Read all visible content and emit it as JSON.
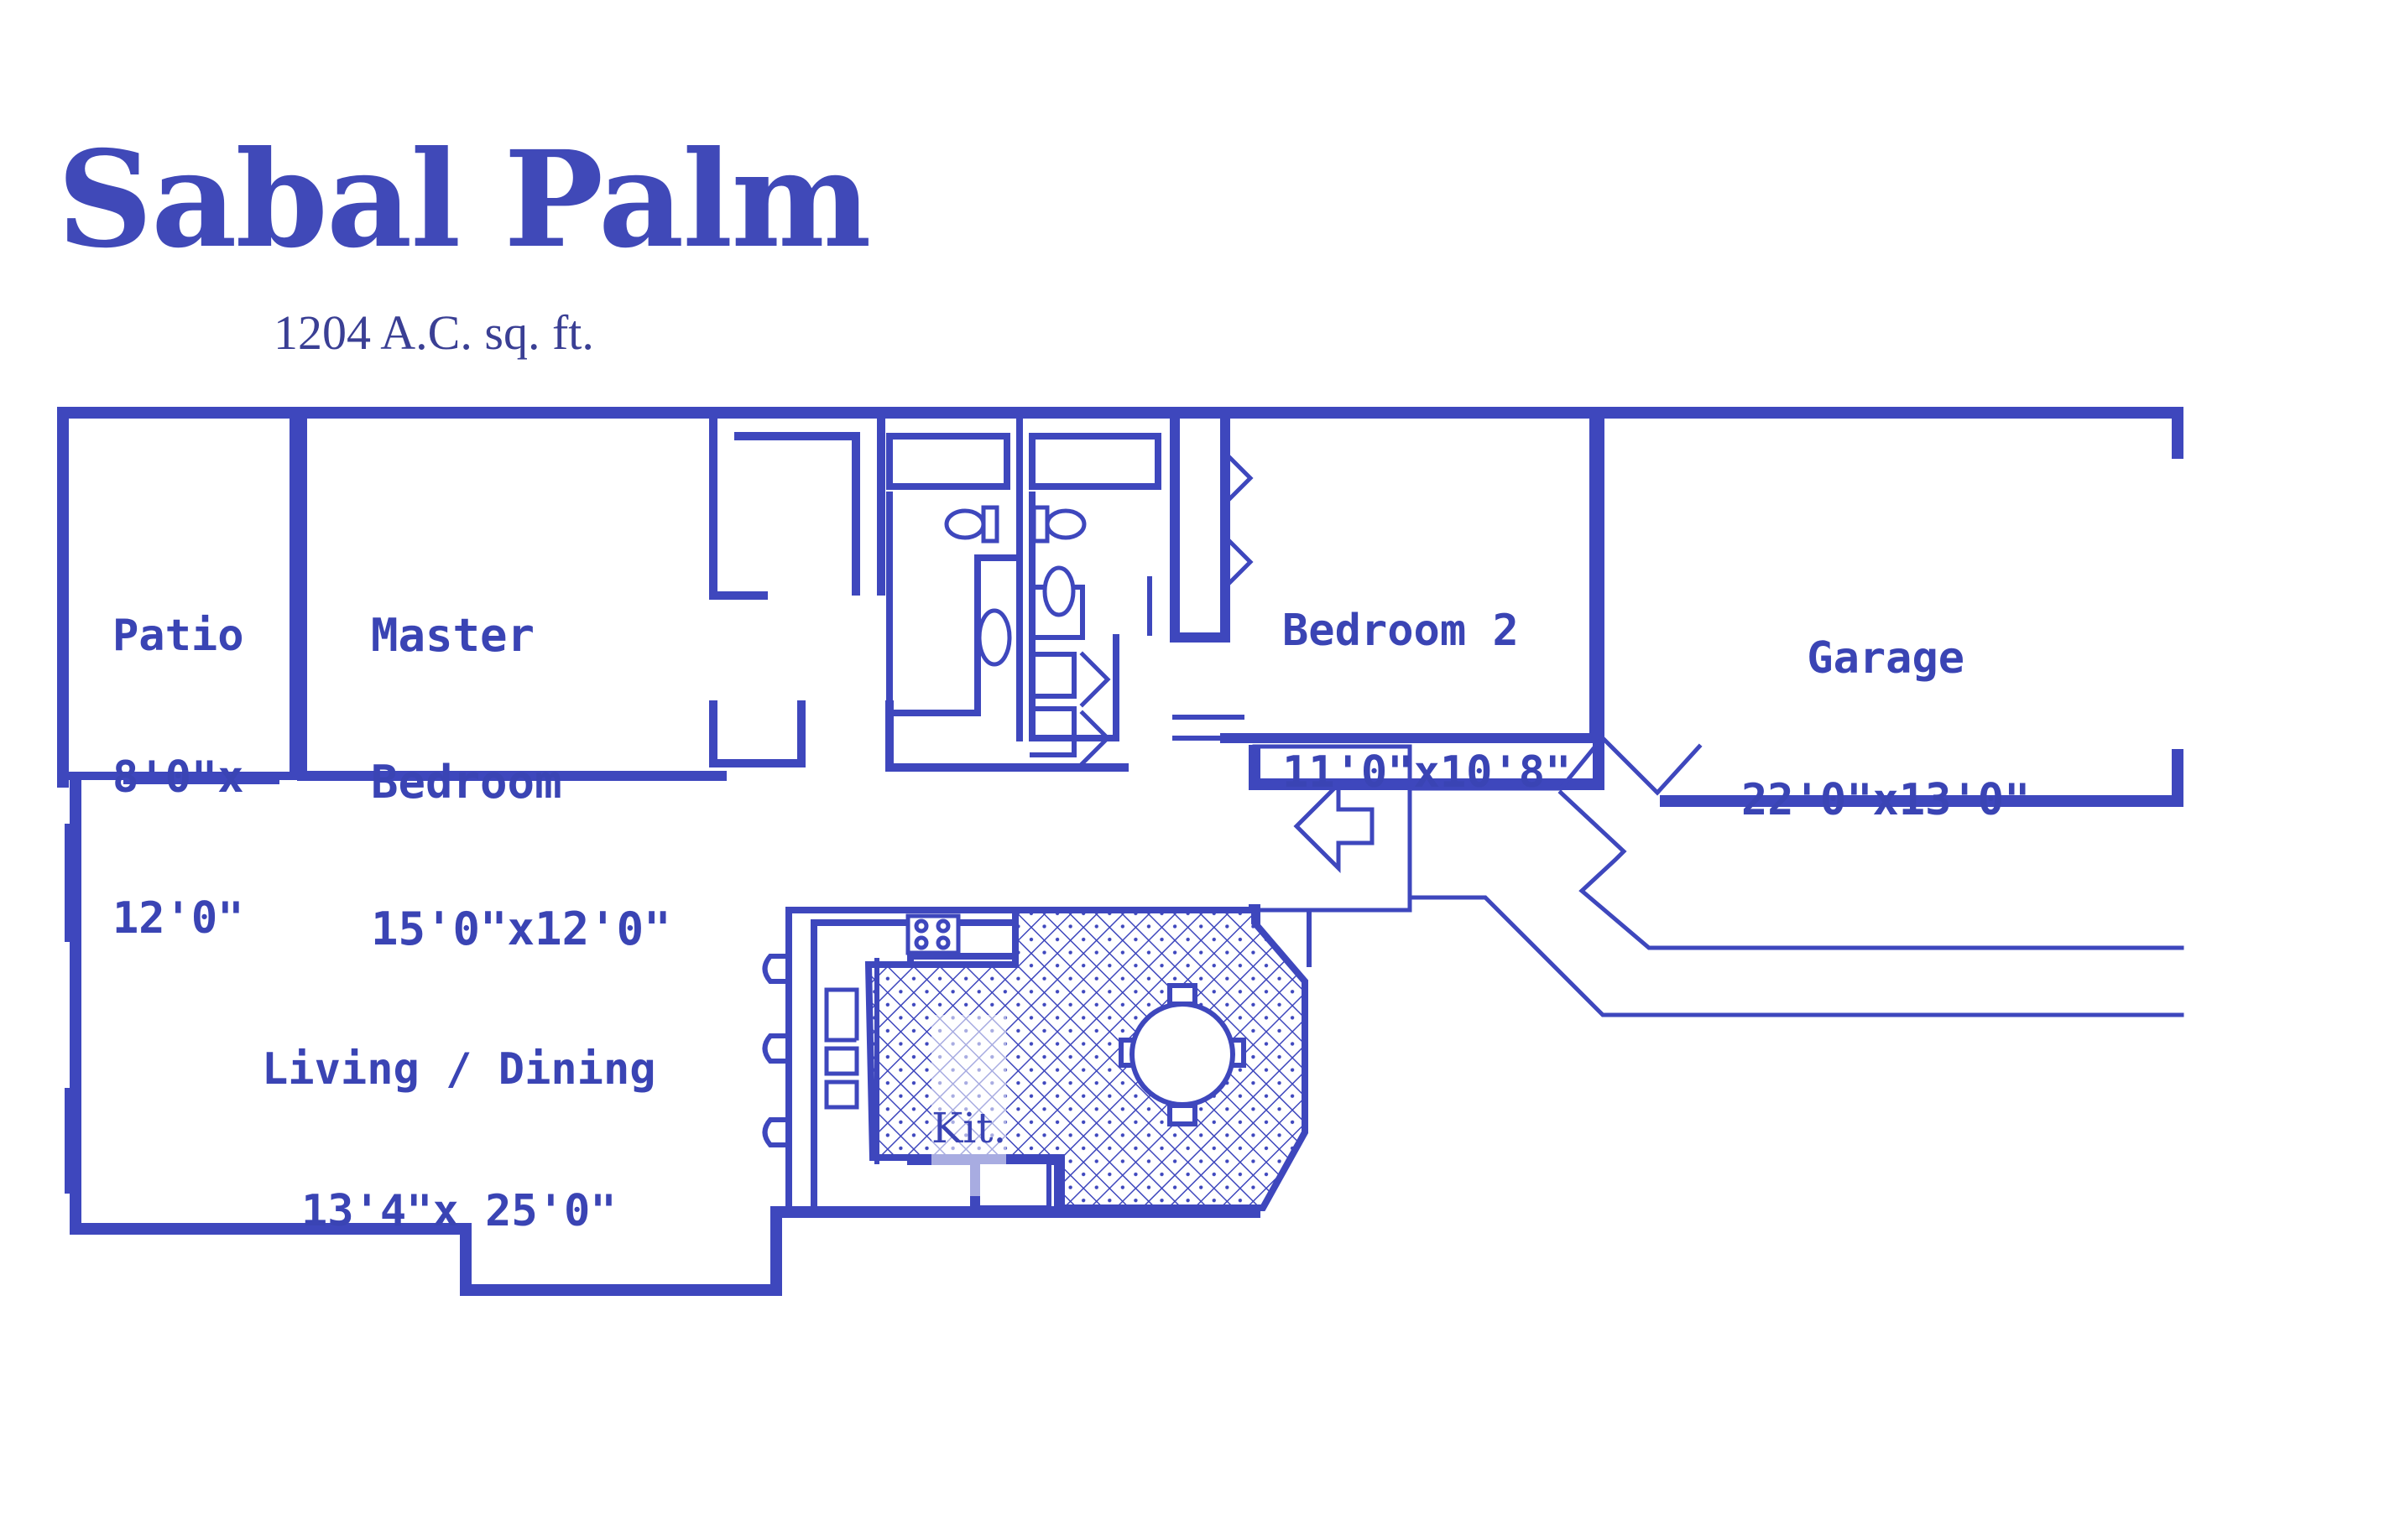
{
  "colors": {
    "ink": "#3e47bd",
    "ink_dark": "#3a3f94",
    "paper": "#ffffff"
  },
  "header": {
    "title": "Sabal Palm",
    "subtitle": "1204 A.C. sq. ft."
  },
  "rooms": {
    "patio": {
      "name": "Patio",
      "dims_line1": "8'0\"x",
      "dims_line2": "12'0\""
    },
    "master_bedroom": {
      "name_line1": "Master",
      "name_line2": "Bedroom",
      "dims": "15'0\"x12'0\""
    },
    "bedroom_2": {
      "name": "Bedroom 2",
      "dims": "11'0\"x10'8\""
    },
    "garage": {
      "name": "Garage",
      "dims": "22'0\"x13'0\""
    },
    "living_dining": {
      "name": "Living / Dining",
      "dims": "13'4\"x 25'0\""
    },
    "kitchen": {
      "name": "Kit."
    }
  },
  "icons": [
    "entry-arrow-icon",
    "range-icon",
    "toilet-icon",
    "sink-icon",
    "dining-table-icon",
    "bar-stool-icon"
  ]
}
